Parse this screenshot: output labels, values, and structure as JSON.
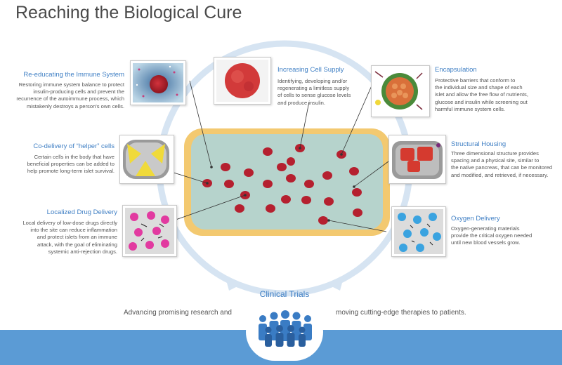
{
  "page": {
    "title": "Reaching the Biological Cure"
  },
  "sections": {
    "reeducating": {
      "heading": "Re-educating the Immune System",
      "lines": [
        "Restoring immune system balance to protect",
        "insulin-producing cells and prevent the",
        "recurrence of the autoimmune process, which",
        "mistakenly destroys a person's own cells."
      ]
    },
    "codelivery": {
      "heading": "Co-delivery of “helper” cells",
      "lines": [
        "Certain cells in the body that have",
        "beneficial properties can be added to",
        "help promote long-term islet survival."
      ]
    },
    "localized": {
      "heading": "Localized Drug Delivery",
      "lines": [
        "Local delivery of low-dose drugs directly",
        "into the site can reduce inflammation",
        "and protect islets from an immune",
        "attack, with the goal of eliminating",
        "systemic anti-rejection drugs."
      ]
    },
    "increasing": {
      "heading": "Increasing Cell Supply",
      "lines": [
        "Identifying, developing and/or",
        "regenerating a limitless supply",
        "of cells to sense glucose levels",
        "and produce insulin."
      ]
    },
    "encapsulation": {
      "heading": "Encapsulation",
      "lines": [
        "Protective barriers that conform to",
        "the individual size and shape of each",
        "islet and allow the free flow of nutrients,",
        "glucose and insulin while screening out",
        "harmful immune system cells."
      ]
    },
    "structural": {
      "heading": "Structural Housing",
      "lines": [
        "Three dimensional structure provides",
        "spacing and a physical site, similar to",
        "the native pancreas, that can be monitored",
        "and modified, and retrieved, if necessary."
      ]
    },
    "oxygen": {
      "heading": "Oxygen Delivery",
      "lines": [
        "Oxygen-generating materials",
        "provide the critical oxygen needed",
        "until new blood vessels grow."
      ]
    }
  },
  "bottom": {
    "clinical": "Clinical Trials",
    "left_text": "Advancing promising research and",
    "right_text": "moving cutting-edge therapies to patients."
  },
  "colors": {
    "accent_blue": "#3f7fc4",
    "islet_red": "#b5202f",
    "device_teal": "#b6d3cc",
    "device_gold": "#f3c970",
    "ring_blue": "#d6e4f2",
    "footer_blue": "#5b9bd5"
  },
  "icons": [
    "people-group-icon",
    "islet-cell-icon",
    "capsule-icon",
    "cube-icon",
    "molecule-icon"
  ]
}
